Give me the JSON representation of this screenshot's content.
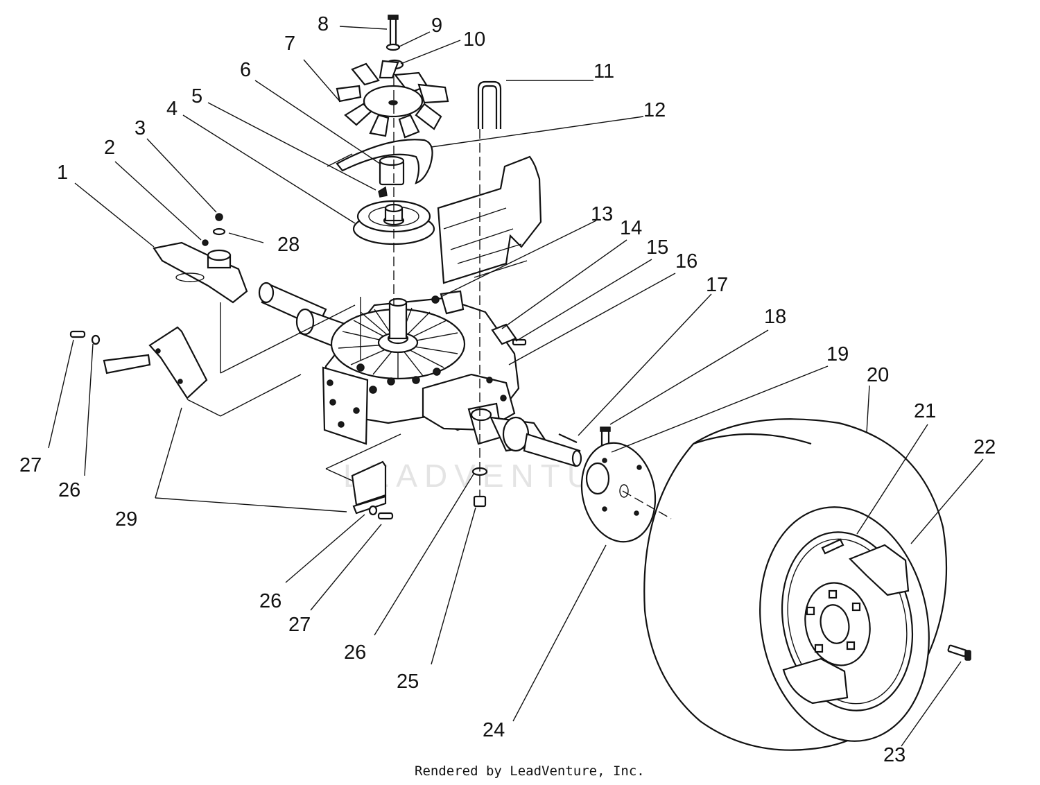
{
  "diagram": {
    "callouts": [
      {
        "id": "c1",
        "text": "1"
      },
      {
        "id": "c2",
        "text": "2"
      },
      {
        "id": "c3",
        "text": "3"
      },
      {
        "id": "c4",
        "text": "4"
      },
      {
        "id": "c5",
        "text": "5"
      },
      {
        "id": "c6",
        "text": "6"
      },
      {
        "id": "c7",
        "text": "7"
      },
      {
        "id": "c8",
        "text": "8"
      },
      {
        "id": "c9",
        "text": "9"
      },
      {
        "id": "c10",
        "text": "10"
      },
      {
        "id": "c11",
        "text": "11"
      },
      {
        "id": "c12",
        "text": "12"
      },
      {
        "id": "c13",
        "text": "13"
      },
      {
        "id": "c14",
        "text": "14"
      },
      {
        "id": "c15",
        "text": "15"
      },
      {
        "id": "c16",
        "text": "16"
      },
      {
        "id": "c17",
        "text": "17"
      },
      {
        "id": "c18",
        "text": "18"
      },
      {
        "id": "c19",
        "text": "19"
      },
      {
        "id": "c20",
        "text": "20"
      },
      {
        "id": "c21",
        "text": "21"
      },
      {
        "id": "c22",
        "text": "22"
      },
      {
        "id": "c23",
        "text": "23"
      },
      {
        "id": "c24",
        "text": "24"
      },
      {
        "id": "c25",
        "text": "25"
      },
      {
        "id": "c26a",
        "text": "26"
      },
      {
        "id": "c26b",
        "text": "26"
      },
      {
        "id": "c26c",
        "text": "26"
      },
      {
        "id": "c27a",
        "text": "27"
      },
      {
        "id": "c27b",
        "text": "27"
      },
      {
        "id": "c28",
        "text": "28"
      },
      {
        "id": "c29",
        "text": "29"
      }
    ],
    "watermark": "LEADVENTURE",
    "footer": "Rendered by LeadVenture, Inc."
  }
}
